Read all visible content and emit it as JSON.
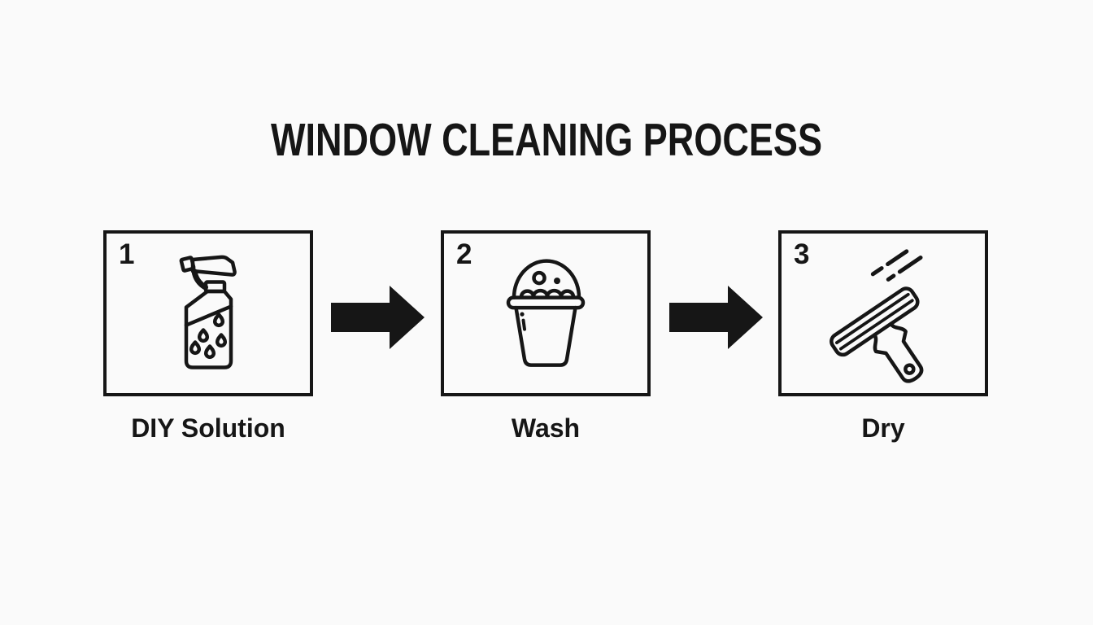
{
  "palette": {
    "background": "#fafafa",
    "ink": "#161616"
  },
  "title": {
    "text": "WINDOW CLEANING PROCESS"
  },
  "steps": [
    {
      "number": "1",
      "label": "DIY Solution",
      "icon": "spray-bottle-icon"
    },
    {
      "number": "2",
      "label": "Wash",
      "icon": "soap-bucket-icon"
    },
    {
      "number": "3",
      "label": "Dry",
      "icon": "squeegee-icon"
    }
  ],
  "connectors": [
    {
      "icon": "arrow-right-icon"
    },
    {
      "icon": "arrow-right-icon"
    }
  ]
}
